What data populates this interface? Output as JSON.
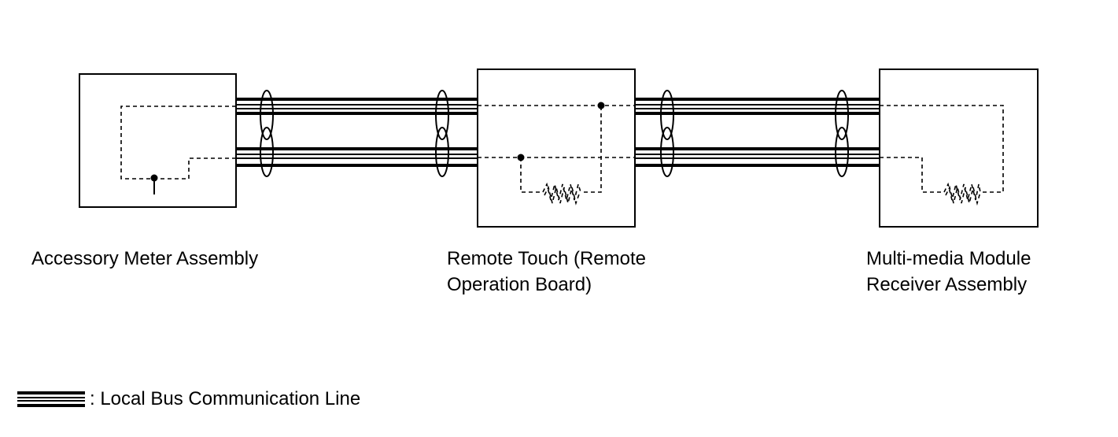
{
  "components": {
    "accessory_meter": {
      "label": "Accessory Meter Assembly"
    },
    "remote_touch": {
      "label_line1": "Remote Touch (Remote",
      "label_line2": "Operation Board)"
    },
    "multimedia_module": {
      "label_line1": "Multi-media Module",
      "label_line2": "Receiver Assembly"
    }
  },
  "legend": {
    "symbol": "triple-line-bus-symbol",
    "text": ": Local Bus Communication Line"
  },
  "colors": {
    "line": "#000000",
    "background": "#ffffff"
  }
}
